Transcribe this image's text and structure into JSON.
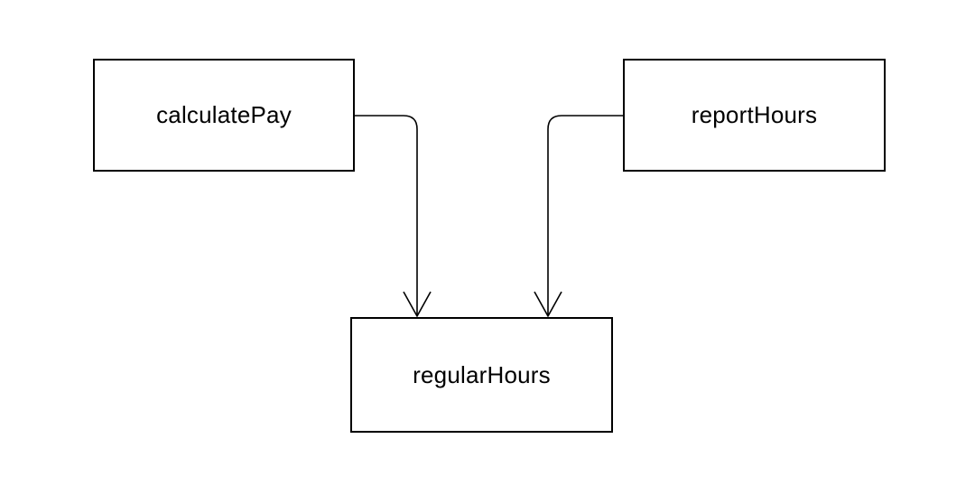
{
  "diagram": {
    "background_color": "#ffffff",
    "stroke_color": "#000000",
    "text_color": "#000000",
    "nodes": [
      {
        "id": "calculatePay",
        "label": "calculatePay",
        "shape": "rectangle"
      },
      {
        "id": "reportHours",
        "label": "reportHours",
        "shape": "rectangle"
      },
      {
        "id": "regularHours",
        "label": "regularHours",
        "shape": "rectangle"
      }
    ],
    "edges": [
      {
        "from": "calculatePay",
        "to": "regularHours",
        "arrowhead": "open-vee"
      },
      {
        "from": "reportHours",
        "to": "regularHours",
        "arrowhead": "open-vee"
      }
    ]
  }
}
